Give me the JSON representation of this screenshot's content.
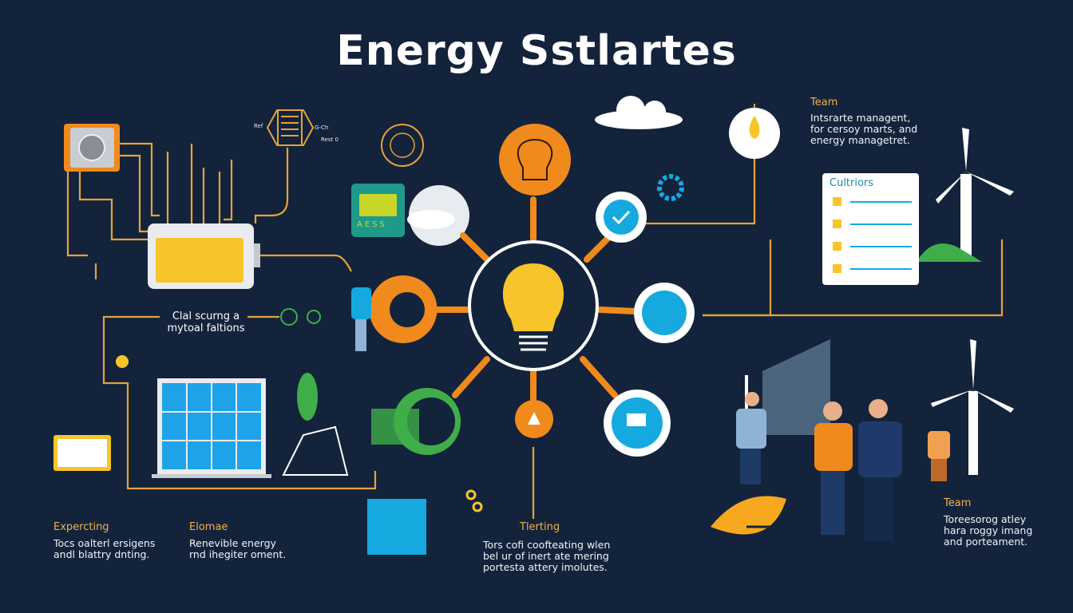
{
  "title": "Energy Sstlartes",
  "top_right": {
    "heading": "Team",
    "lines": [
      "Intsrarte managent,",
      "for cersoy marts, and",
      "energy managetret."
    ]
  },
  "checklist_card": {
    "title": "Cultriors",
    "items": 4
  },
  "left_caption": {
    "lines": [
      "Clal scurng a",
      "mytoal faltions"
    ]
  },
  "chip_labels": {
    "left": "Ref",
    "right": "G-Ch",
    "lower": "Rest 0"
  },
  "green_card_text": "AESS",
  "bottom_sections": [
    {
      "heading": "Expercting",
      "lines": [
        "Tocs oalterl ersigens",
        "andl blattry dnting."
      ]
    },
    {
      "heading": "Elomae",
      "lines": [
        "Renevible energy",
        "rnd ihegiter oment."
      ]
    },
    {
      "heading": "Tlerting",
      "lines": [
        "Tors cofi coofteating wlen",
        "bel ur of inert ate mering",
        "portesta attery imolutes."
      ]
    },
    {
      "heading": "Team",
      "lines": [
        "Toreesorog atley",
        "hara roggy imang",
        "and porteament."
      ]
    }
  ],
  "colors": {
    "background": "#13233b",
    "orange": "#f08a1c",
    "yellow": "#f7c52a",
    "blue": "#16a9e0",
    "green": "#3fae49",
    "line": "#e6a23a"
  }
}
